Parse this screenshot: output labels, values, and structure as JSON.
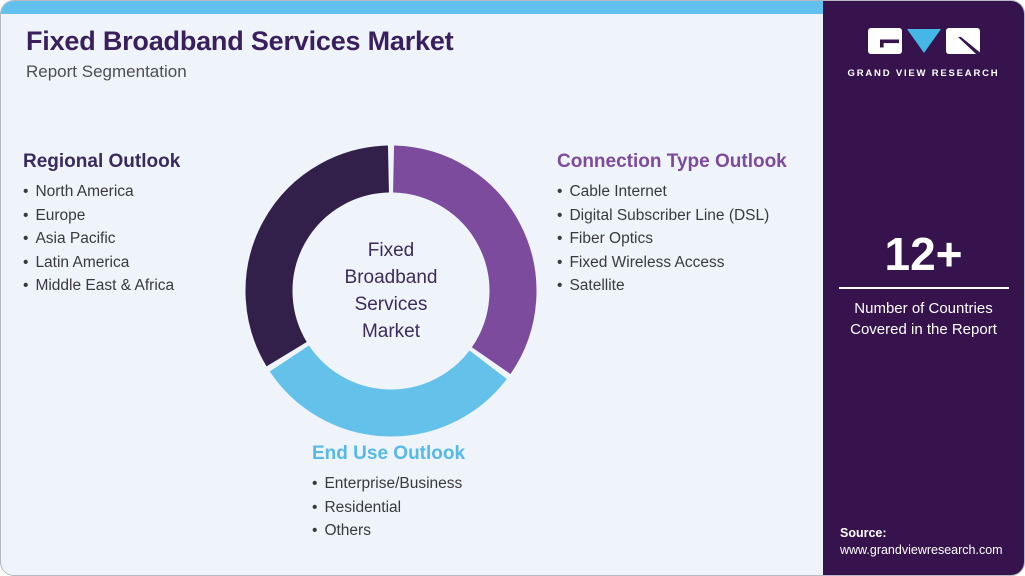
{
  "header": {
    "title": "Fixed Broadband Services Market",
    "subtitle": "Report Segmentation"
  },
  "sections": {
    "regional": {
      "heading": "Regional Outlook",
      "items": [
        "North America",
        "Europe",
        "Asia Pacific",
        "Latin America",
        "Middle East & Africa"
      ]
    },
    "connection": {
      "heading": "Connection Type Outlook",
      "items": [
        "Cable Internet",
        "Digital Subscriber Line (DSL)",
        "Fiber Optics",
        "Fixed Wireless Access",
        "Satellite"
      ]
    },
    "end_use": {
      "heading": "End Use Outlook",
      "items": [
        "Enterprise/Business",
        "Residential",
        "Others"
      ]
    }
  },
  "chart_data": {
    "type": "pie",
    "donut": true,
    "title": "Fixed Broadband Services Market",
    "center_label": [
      "Fixed",
      "Broadband",
      "Services",
      "Market"
    ],
    "start_angle_deg": 0,
    "clockwise": true,
    "gap_deg": 2.4,
    "segments": [
      {
        "name": "Connection Type Outlook",
        "value": 35,
        "color": "#7d4b9e"
      },
      {
        "name": "End Use Outlook",
        "value": 31,
        "color": "#63c1ea"
      },
      {
        "name": "Regional Outlook",
        "value": 34,
        "color": "#32204a"
      }
    ]
  },
  "sidebar": {
    "logo": {
      "brand": "GRAND VIEW RESEARCH"
    },
    "stat": {
      "value": "12+",
      "label": "Number of Countries Covered in the Report"
    },
    "source": {
      "label": "Source:",
      "url": "www.grandviewresearch.com"
    }
  },
  "colors": {
    "background": "#eef4fa",
    "top_bar": "#61c1ec",
    "sidebar": "#37134e",
    "title": "#3a1f5f",
    "regional_heading": "#3a2a5e",
    "connection_heading": "#7d4aa0",
    "end_use_heading": "#56b9e8",
    "segment_navy": "#32204a",
    "segment_purple": "#7d4b9e",
    "segment_blue": "#63c1ea"
  }
}
